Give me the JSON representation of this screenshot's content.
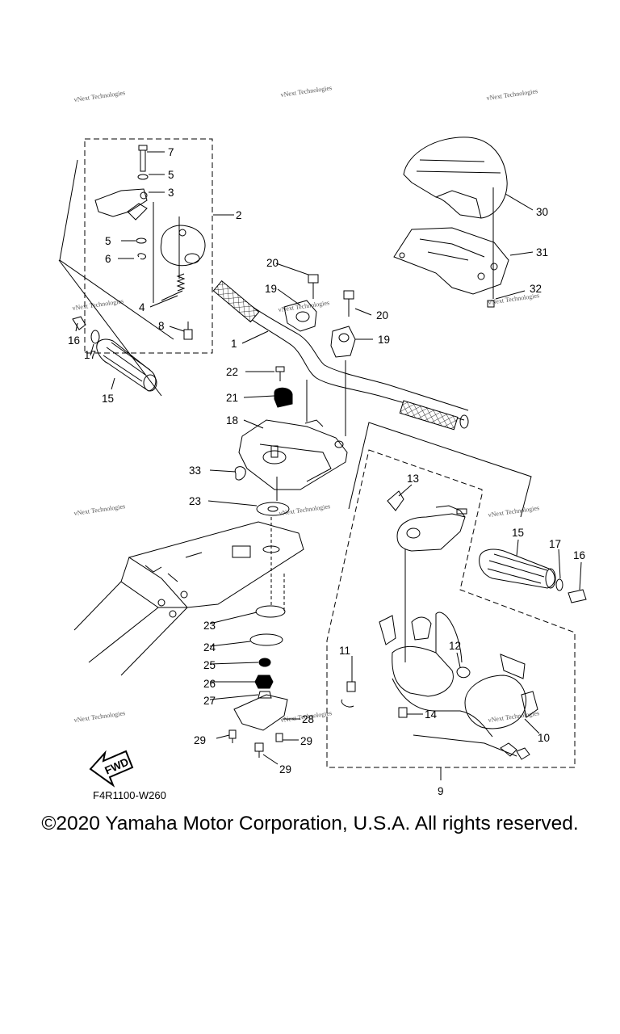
{
  "watermark": "vNext Technologies",
  "callouts": {
    "c1": "1",
    "c2": "2",
    "c3": "3",
    "c4": "4",
    "c5a": "5",
    "c5b": "5",
    "c6": "6",
    "c7": "7",
    "c8": "8",
    "c9": "9",
    "c10": "10",
    "c11": "11",
    "c12": "12",
    "c13": "13",
    "c14": "14",
    "c15a": "15",
    "c15b": "15",
    "c16a": "16",
    "c16b": "16",
    "c17a": "17",
    "c17b": "17",
    "c18": "18",
    "c19a": "19",
    "c19b": "19",
    "c20a": "20",
    "c20b": "20",
    "c21": "21",
    "c22": "22",
    "c23a": "23",
    "c23b": "23",
    "c24": "24",
    "c25": "25",
    "c26": "26",
    "c27": "27",
    "c28": "28",
    "c29a": "29",
    "c29b": "29",
    "c29c": "29",
    "c30": "30",
    "c31": "31",
    "c32": "32",
    "c33": "33"
  },
  "fwd_label": "FWD",
  "diagram_ref": "F4R1100-W260",
  "copyright": "©2020 Yamaha Motor Corporation, U.S.A. All rights reserved."
}
